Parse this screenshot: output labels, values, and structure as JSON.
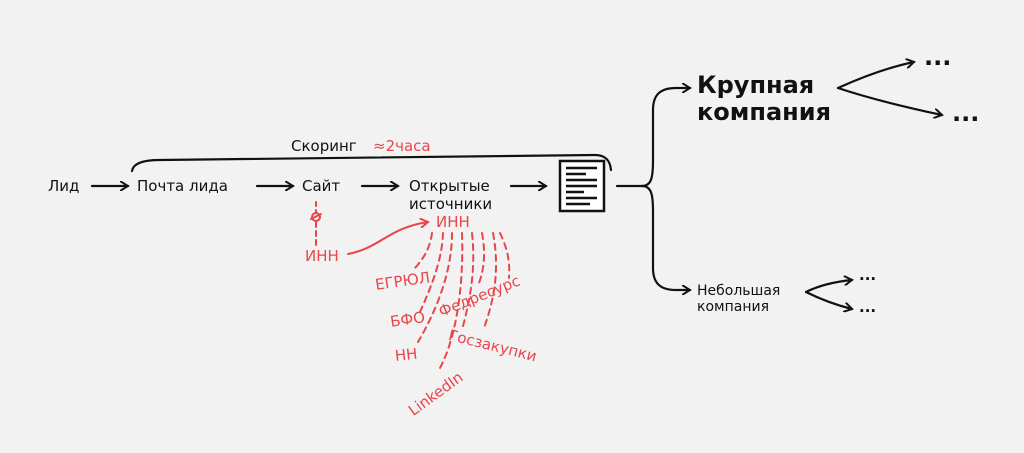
{
  "flow": {
    "lead": "Лид",
    "lead_mail": "Почта лида",
    "site": "Сайт",
    "open_sources_line1": "Открытые",
    "open_sources_line2": "источники"
  },
  "scoring": {
    "label": "Скоринг",
    "time": "≈2часа"
  },
  "inn": {
    "site_inn": "ИНН",
    "sources_inn": "ИНН"
  },
  "sources": {
    "egrul": "ЕГРЮЛ",
    "bfo": "БФО",
    "nn": "НН",
    "fedresurs": "Федресурс",
    "goszakupki": "Госзакупки",
    "linkedin": "LinkedIn"
  },
  "outcomes": {
    "large_line1": "Крупная",
    "large_line2": "компания",
    "small_line1": "Небольшая",
    "small_line2": "компания",
    "more": "..."
  },
  "colors": {
    "ink": "#111111",
    "accent": "#e8464a",
    "background": "#f2f2f2"
  }
}
